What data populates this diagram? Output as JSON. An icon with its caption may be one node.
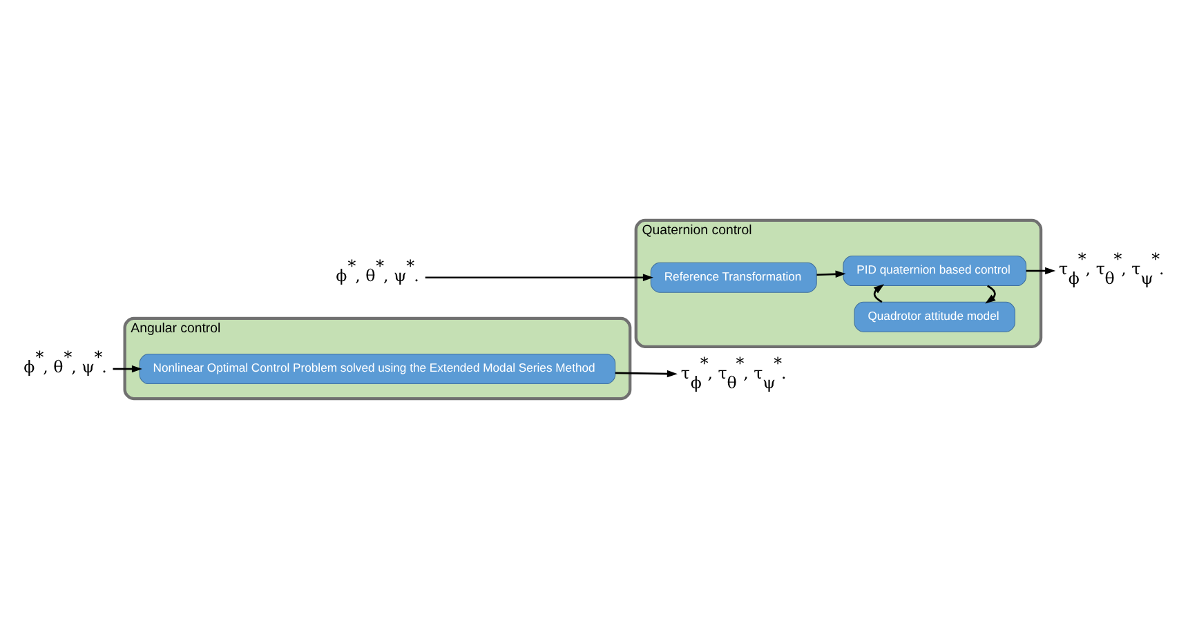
{
  "diagram": {
    "nodes": [
      {
        "text": [
          "Angular control"
        ]
      },
      {
        "text": [
          "Nonlinear Optimal Control Problem solved using the Extended Modal Series Method"
        ],
        "in": 0
      },
      {
        "text": [
          "ϕ$^{*}$, θ$^{*}$, ψ$^{*}$."
        ]
      },
      {
        "text": [
          "τ$_{ϕ}$$^{*}$, τ$_{θ}$$^{*}$, τ$_{ψ}$$^{*}$."
        ]
      },
      {
        "text": [
          "Quaternion control"
        ]
      },
      {
        "text": [
          "Reference Transformation"
        ],
        "in": 4
      },
      {
        "text": [
          "PID quaternion based control"
        ],
        "in": 4
      },
      {
        "text": [
          "Quadrotor attitude model"
        ],
        "in": 4
      },
      {
        "text": [
          "ϕ$^{*}$, θ$^{*}$, ψ$^{*}$."
        ]
      },
      {
        "text": [
          "τ$_{ϕ}$$^{*}$, τ$_{θ}$$^{*}$, τ$_{ψ}$$^{*}$."
        ]
      }
    ],
    "edges": [
      {
        "from": 2,
        "to": 1,
        "arrow": "to"
      },
      {
        "from": 1,
        "to": 3,
        "arrow": "to"
      },
      {
        "from": 8,
        "to": 5,
        "arrow": "to"
      },
      {
        "from": 5,
        "to": 6,
        "arrow": "to"
      },
      {
        "from": 6,
        "to": 9,
        "arrow": "to"
      },
      {
        "from": 6,
        "to": 7,
        "arrow": "to"
      },
      {
        "from": 7,
        "to": 6,
        "arrow": "to"
      }
    ]
  }
}
